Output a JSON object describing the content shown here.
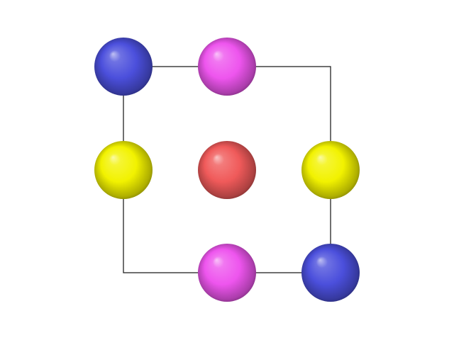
{
  "diagram": {
    "kind": "crystal-lattice-2d",
    "cell": {
      "edge_color": "#222222"
    },
    "atoms": [
      {
        "species": "blue",
        "color": "#4b4fdc",
        "row": 0,
        "col": 0
      },
      {
        "species": "magenta",
        "color": "#ee55ee",
        "row": 0,
        "col": 1
      },
      {
        "species": "yellow",
        "color": "#f2f200",
        "row": 1,
        "col": 0
      },
      {
        "species": "red",
        "color": "#f05a5a",
        "row": 1,
        "col": 1
      },
      {
        "species": "yellow",
        "color": "#f2f200",
        "row": 1,
        "col": 2
      },
      {
        "species": "magenta",
        "color": "#ee55ee",
        "row": 2,
        "col": 1
      },
      {
        "species": "blue",
        "color": "#4b4fdc",
        "row": 2,
        "col": 2
      }
    ]
  }
}
